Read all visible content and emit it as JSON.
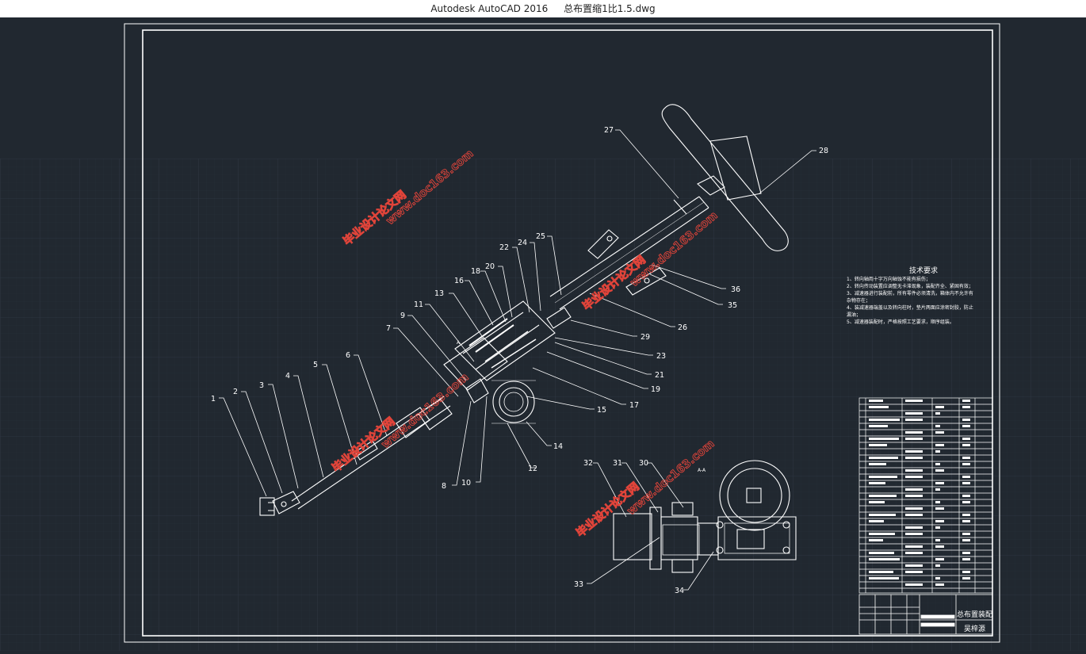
{
  "titlebar": {
    "app_name": "Autodesk AutoCAD 2016",
    "file_name": "总布置缩1比1.5.dwg"
  },
  "drawing": {
    "tech_title": "技术要求",
    "tech_lines": [
      "1、转向轴両十字万向轴蚀不能有损伤；",
      "2、转向传动装置应调整无卡滞现象，装配齐全、紧固有效；",
      "3、减速器进行装配前，所有零件必须清洗，箱体内不允许有",
      "杂物存在；",
      "4、装减速器端盖以及转向柱时，垫片两面应涂密封胶，防止",
      "漏油；",
      "5、减速器装配时，严格按照工艺要求，顺序组装。"
    ],
    "section_label": "A-A",
    "section_mark": "A",
    "title_block": {
      "drawing_name": "总布置装配",
      "designer": "吴梓源"
    },
    "watermark_text": "毕业设计论文网",
    "watermark_url": "www.doc163.com",
    "part_labels": [
      "1",
      "2",
      "3",
      "4",
      "5",
      "6",
      "7",
      "8",
      "9",
      "10",
      "11",
      "12",
      "13",
      "14",
      "15",
      "16",
      "17",
      "18",
      "19",
      "20",
      "21",
      "22",
      "23",
      "24",
      "25",
      "26",
      "27",
      "28",
      "29",
      "30",
      "31",
      "32",
      "33",
      "34",
      "35",
      "36"
    ]
  },
  "colors": {
    "background": "#212830",
    "lines": "#ffffff",
    "watermark": "#e0443a",
    "grid": "#2c3440"
  }
}
